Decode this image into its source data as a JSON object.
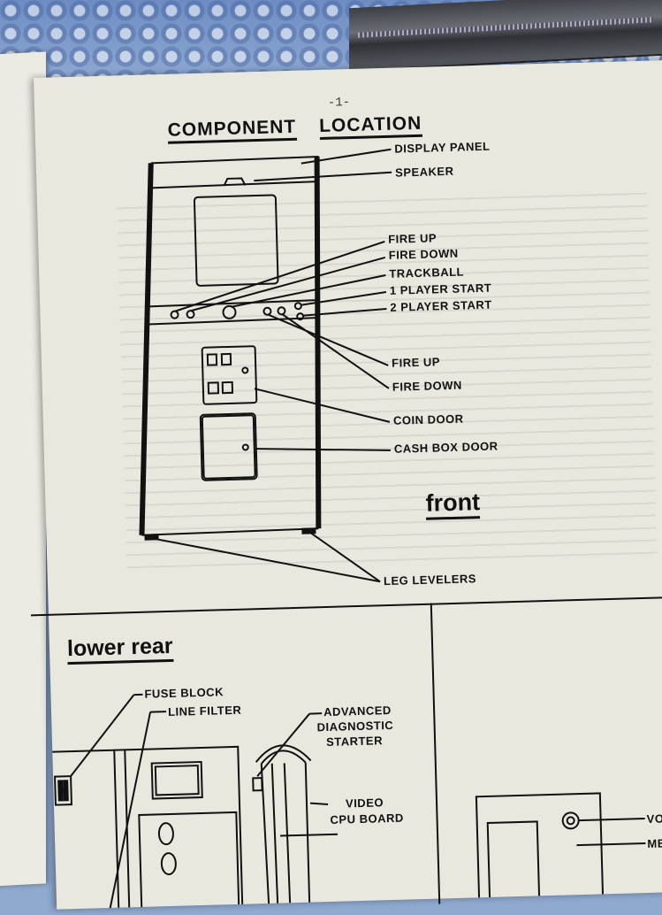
{
  "page": {
    "page_number": "-1-",
    "title_word1": "COMPONENT",
    "title_word2": "LOCATION",
    "front_labels": {
      "display_panel": "DISPLAY PANEL",
      "speaker": "SPEAKER",
      "fire_up_1": "FIRE UP",
      "fire_down_1": "FIRE DOWN",
      "trackball": "TRACKBALL",
      "player1_start": "1 PLAYER START",
      "player2_start": "2 PLAYER START",
      "fire_up_2": "FIRE UP",
      "fire_down_2": "FIRE DOWN",
      "coin_door": "COIN DOOR",
      "cash_box_door": "CASH BOX DOOR",
      "leg_levelers": "LEG LEVELERS"
    },
    "front_title": "front",
    "lower_rear_title": "lower rear",
    "rear_labels": {
      "fuse_block": "FUSE BLOCK",
      "line_filter": "LINE FILTER",
      "advanced_diag_line1": "ADVANCED",
      "advanced_diag_line2": "DIAGNOSTIC",
      "advanced_diag_line3": "STARTER",
      "video_line1": "VIDEO",
      "video_line2": "CPU BOARD",
      "vol_partial": "VO",
      "me_partial": "ME"
    }
  }
}
